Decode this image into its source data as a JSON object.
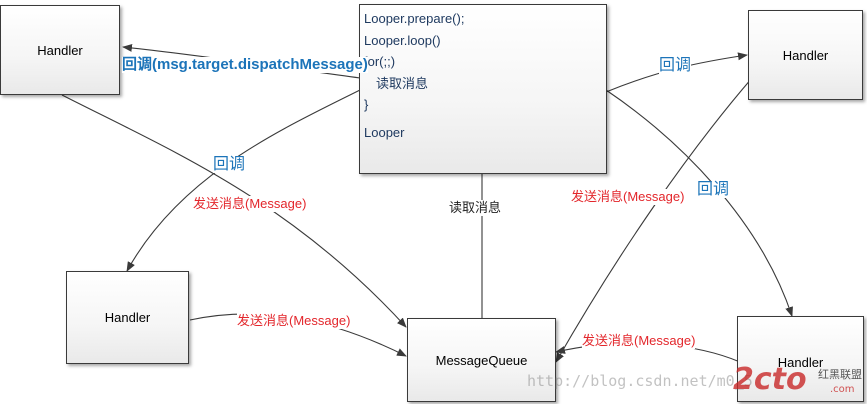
{
  "nodes": {
    "handler_top_left": "Handler",
    "handler_top_right": "Handler",
    "handler_mid_left": "Handler",
    "handler_bottom_right": "Handler",
    "message_queue": "MessageQueue"
  },
  "looper_code": {
    "line1": "Looper.prepare();",
    "line2": "Looper.loop()",
    "line3": "for(;;)",
    "line4": "读取消息",
    "line5": "}",
    "line6": "Looper"
  },
  "labels": {
    "callback_dispatch": "回调(msg.target.dispatchMessage)",
    "callback_center": "回调",
    "callback_top_right": "回调",
    "callback_right": "回调",
    "send_center": "发送消息(Message)",
    "send_mid_left": "发送消息(Message)",
    "send_right_center": "发送消息(Message)",
    "send_bottom_right": "发送消息(Message)",
    "read_message": "读取消息"
  },
  "watermark": {
    "url": "http://blog.csdn.net/m0_5",
    "logo": "2cto",
    "logo_sub": "红黑联盟",
    "logo_site": ".com"
  },
  "colors": {
    "callback_label": "#1c74b9",
    "send_label": "#e3262b",
    "line": "#3a3a3a"
  }
}
